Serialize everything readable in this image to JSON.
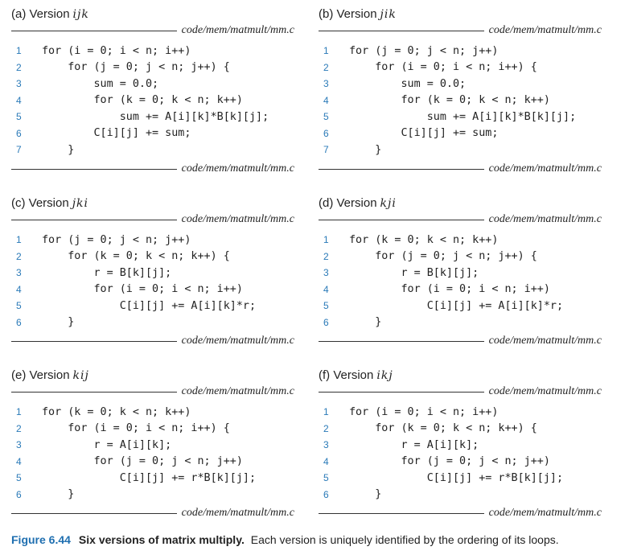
{
  "file_path": "code/mem/matmult/mm.c",
  "panels": [
    {
      "label": "(a) Version",
      "order": "ijk",
      "lines": [
        "for (i = 0; i < n; i++)",
        "    for (j = 0; j < n; j++) {",
        "        sum = 0.0;",
        "        for (k = 0; k < n; k++)",
        "            sum += A[i][k]*B[k][j];",
        "        C[i][j] += sum;",
        "    }"
      ]
    },
    {
      "label": "(b) Version",
      "order": "jik",
      "lines": [
        "for (j = 0; j < n; j++)",
        "    for (i = 0; i < n; i++) {",
        "        sum = 0.0;",
        "        for (k = 0; k < n; k++)",
        "            sum += A[i][k]*B[k][j];",
        "        C[i][j] += sum;",
        "    }"
      ]
    },
    {
      "label": "(c) Version",
      "order": "jki",
      "lines": [
        "for (j = 0; j < n; j++)",
        "    for (k = 0; k < n; k++) {",
        "        r = B[k][j];",
        "        for (i = 0; i < n; i++)",
        "            C[i][j] += A[i][k]*r;",
        "    }"
      ]
    },
    {
      "label": "(d) Version",
      "order": "kji",
      "lines": [
        "for (k = 0; k < n; k++)",
        "    for (j = 0; j < n; j++) {",
        "        r = B[k][j];",
        "        for (i = 0; i < n; i++)",
        "            C[i][j] += A[i][k]*r;",
        "    }"
      ]
    },
    {
      "label": "(e) Version",
      "order": "kij",
      "lines": [
        "for (k = 0; k < n; k++)",
        "    for (i = 0; i < n; i++) {",
        "        r = A[i][k];",
        "        for (j = 0; j < n; j++)",
        "            C[i][j] += r*B[k][j];",
        "    }"
      ]
    },
    {
      "label": "(f) Version",
      "order": "ikj",
      "lines": [
        "for (i = 0; i < n; i++)",
        "    for (k = 0; k < n; k++) {",
        "        r = A[i][k];",
        "        for (j = 0; j < n; j++)",
        "            C[i][j] += r*B[k][j];",
        "    }"
      ]
    }
  ],
  "caption": {
    "number": "Figure 6.44",
    "title": "Six versions of matrix multiply.",
    "text": "Each version is uniquely identified by the ordering of its loops."
  }
}
